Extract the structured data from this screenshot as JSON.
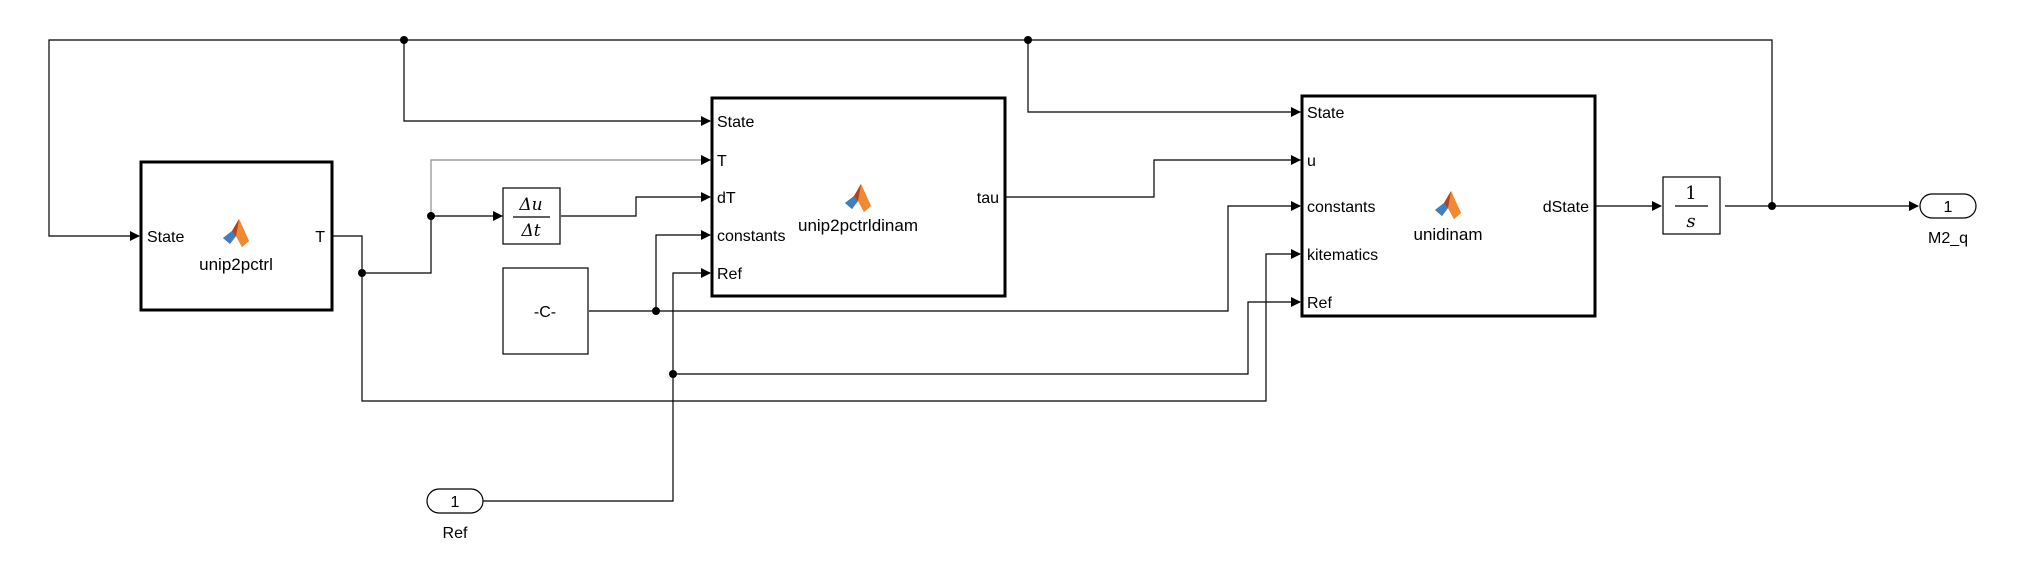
{
  "blocks": {
    "ctrl": {
      "name": "unip2pctrl",
      "in_ports": [
        "State"
      ],
      "out_ports": [
        "T"
      ]
    },
    "deriv": {
      "numerator": "Δu",
      "denominator": "Δt"
    },
    "const": {
      "label": "-C-"
    },
    "dinam": {
      "name": "unip2pctrldinam",
      "in_ports": [
        "State",
        "T",
        "dT",
        "constants",
        "Ref"
      ],
      "out_ports": [
        "tau"
      ]
    },
    "uni": {
      "name": "unidinam",
      "in_ports": [
        "State",
        "u",
        "constants",
        "kitematics",
        "Ref"
      ],
      "out_ports": [
        "dState"
      ]
    },
    "integ": {
      "numerator": "1",
      "denominator": "s"
    },
    "in_ref": {
      "number": "1",
      "name": "Ref"
    },
    "out_m2q": {
      "number": "1",
      "name": "M2_q"
    }
  },
  "colors": {
    "block_border": "#000000",
    "wire": "#000000",
    "wire_light": "#8c8c8c",
    "background": "#ffffff"
  }
}
